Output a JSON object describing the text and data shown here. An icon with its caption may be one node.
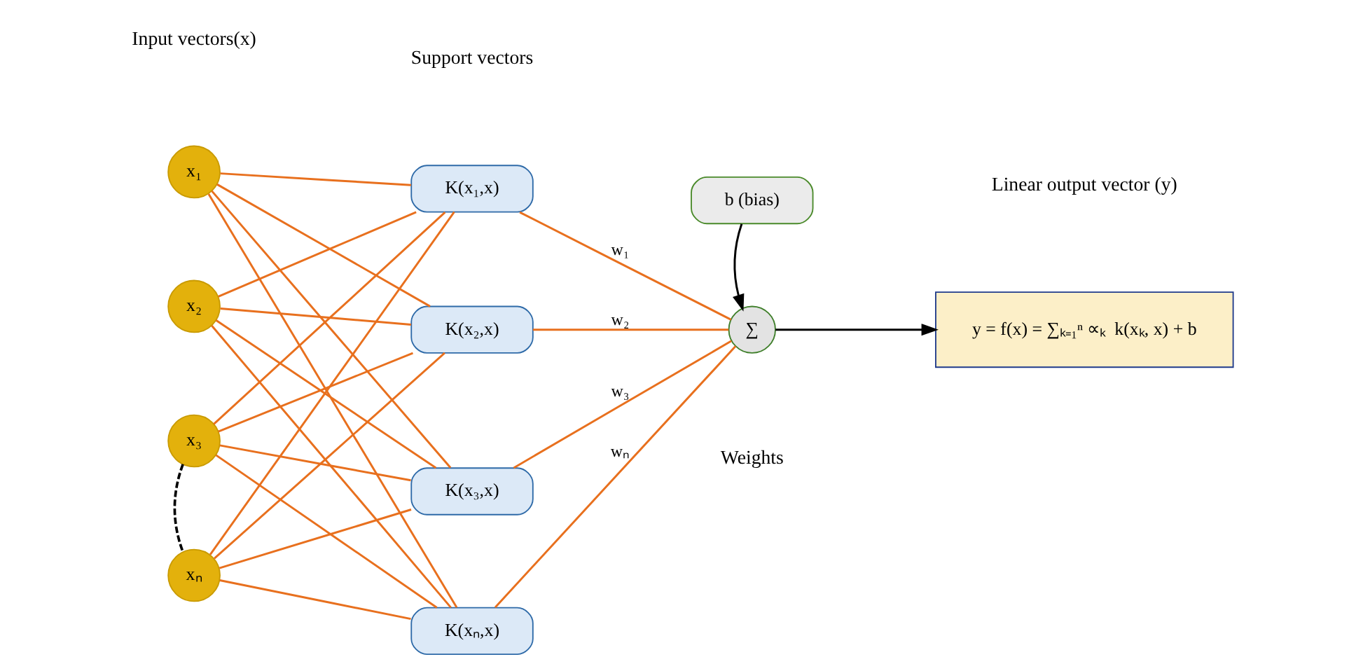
{
  "diagram": {
    "nodes": [
      {
        "text": [
          "x₁"
        ]
      },
      {
        "text": [
          "x₂"
        ]
      },
      {
        "text": [
          "x₃"
        ]
      },
      {
        "text": [
          "xₙ"
        ]
      },
      {
        "text": [
          "K(x₁,x)"
        ]
      },
      {
        "text": [
          "K(x₂,x)"
        ]
      },
      {
        "text": [
          "K(x₃,x)"
        ]
      },
      {
        "text": [
          "K(xₙ,x)"
        ]
      },
      {
        "text": [
          "b (bias)"
        ]
      },
      {
        "text": [
          "∑"
        ]
      },
      {
        "text": [
          "y = f(x) = ∑ₖ₌₁ⁿ ∝ₖ  k(xₖ, x) + b"
        ]
      }
    ],
    "edges": [
      {
        "from": 0,
        "to": 4,
        "arrow": "none"
      },
      {
        "from": 0,
        "to": 5,
        "arrow": "none"
      },
      {
        "from": 0,
        "to": 6,
        "arrow": "none"
      },
      {
        "from": 0,
        "to": 7,
        "arrow": "none"
      },
      {
        "from": 1,
        "to": 4,
        "arrow": "none"
      },
      {
        "from": 1,
        "to": 5,
        "arrow": "none"
      },
      {
        "from": 1,
        "to": 6,
        "arrow": "none"
      },
      {
        "from": 1,
        "to": 7,
        "arrow": "none"
      },
      {
        "from": 2,
        "to": 4,
        "arrow": "none"
      },
      {
        "from": 2,
        "to": 5,
        "arrow": "none"
      },
      {
        "from": 2,
        "to": 6,
        "arrow": "none"
      },
      {
        "from": 2,
        "to": 7,
        "arrow": "none"
      },
      {
        "from": 3,
        "to": 4,
        "arrow": "none"
      },
      {
        "from": 3,
        "to": 5,
        "arrow": "none"
      },
      {
        "from": 3,
        "to": 6,
        "arrow": "none"
      },
      {
        "from": 3,
        "to": 7,
        "arrow": "none"
      },
      {
        "from": 2,
        "to": 3,
        "arrow": "none",
        "style": "dashed",
        "color": "#000000"
      },
      {
        "from": 4,
        "to": 9,
        "arrow": "none",
        "label": "w₁"
      },
      {
        "from": 5,
        "to": 9,
        "arrow": "none",
        "label": "w₂"
      },
      {
        "from": 6,
        "to": 9,
        "arrow": "none",
        "label": "w₃"
      },
      {
        "from": 7,
        "to": 9,
        "arrow": "none",
        "label": "wₙ"
      },
      {
        "from": 8,
        "to": 9,
        "arrow": "to",
        "color": "#000000"
      },
      {
        "from": 9,
        "to": 10,
        "arrow": "to",
        "color": "#000000"
      }
    ],
    "labels": [
      "Input vectors(x)",
      "Support vectors",
      "Linear output vector (y)",
      "Weights"
    ]
  }
}
